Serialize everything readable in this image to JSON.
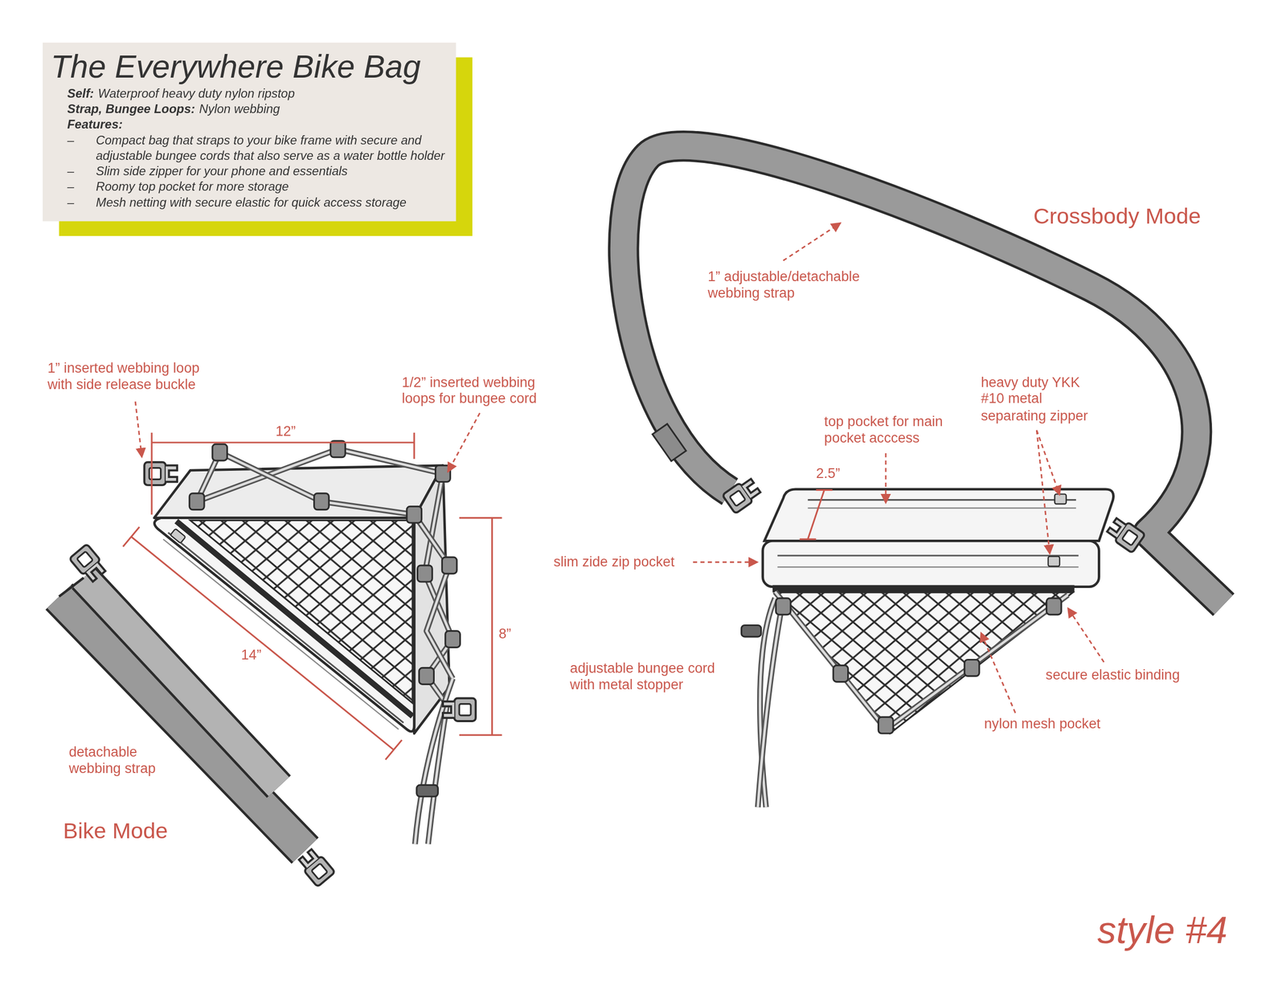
{
  "diagram": {
    "nodes": [
      {
        "text": [
          "The Everywhere Bike Bag",
          "Self:",
          "Waterproof heavy duty nylon ripstop",
          "Strap, Bungee Loops:",
          "Nylon webbing",
          "Features:",
          "–",
          "Compact bag that straps to your bike frame with secure and adjustable bungee cords that also serve as a water bottle holder",
          "–",
          "Slim side zipper for your phone and essentials",
          "–",
          "Roomy top pocket for more storage",
          "–",
          "Mesh netting with secure elastic for quick access storage"
        ]
      }
    ],
    "labels": [
      "1” inserted webbing loop with side release buckle",
      "1/2” inserted webbing loops for bungee cord",
      "12”",
      "14”",
      "8”",
      "detachable webbing strap",
      "Bike Mode",
      "Crossbody Mode",
      "1” adjustable/detachable webbing strap",
      "top pocket for main pocket acccess",
      "heavy duty YKK #10 metal separating zipper",
      "2.5”",
      "slim zide zip pocket",
      "adjustable bungee cord with metal stopper",
      "secure elastic binding",
      "nylon mesh pocket",
      "style #4"
    ]
  }
}
